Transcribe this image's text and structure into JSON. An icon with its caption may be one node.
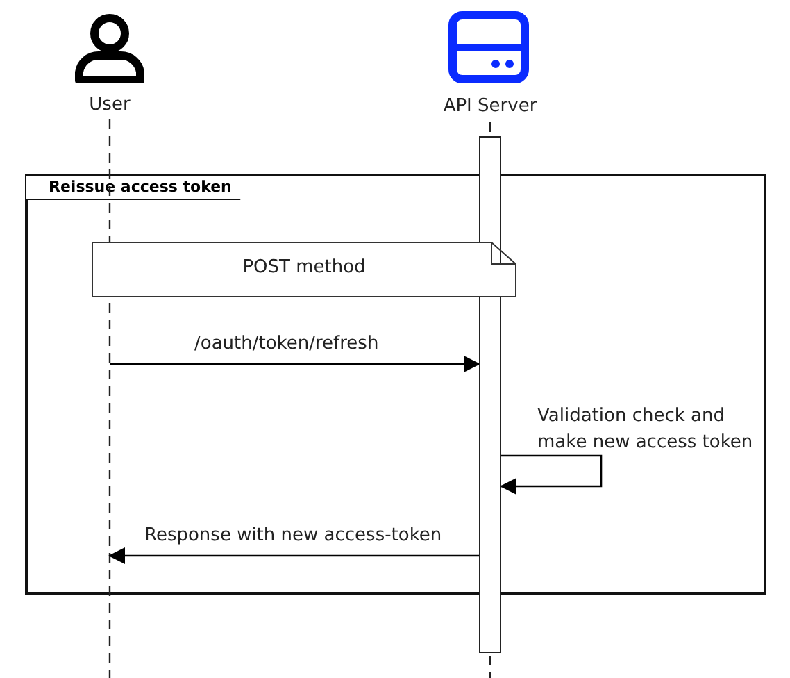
{
  "diagram": {
    "nodes": [
      {
        "text": [
          "User"
        ]
      },
      {
        "text": [
          "API Server"
        ]
      },
      {
        "text": [],
        "shape": "bar"
      },
      {
        "text": [
          "Reissue access token"
        ]
      },
      {
        "text": [
          "POST method"
        ],
        "in": 3
      }
    ],
    "edges": [
      {
        "from": 0,
        "to": 2,
        "arrow": "to",
        "label": "/oauth/token/refresh"
      },
      {
        "from": 2,
        "to": 2,
        "arrow": "to",
        "label": "Validation check and make new access token"
      },
      {
        "from": 2,
        "to": 0,
        "arrow": "to",
        "label": "Response with new access-token"
      }
    ]
  }
}
